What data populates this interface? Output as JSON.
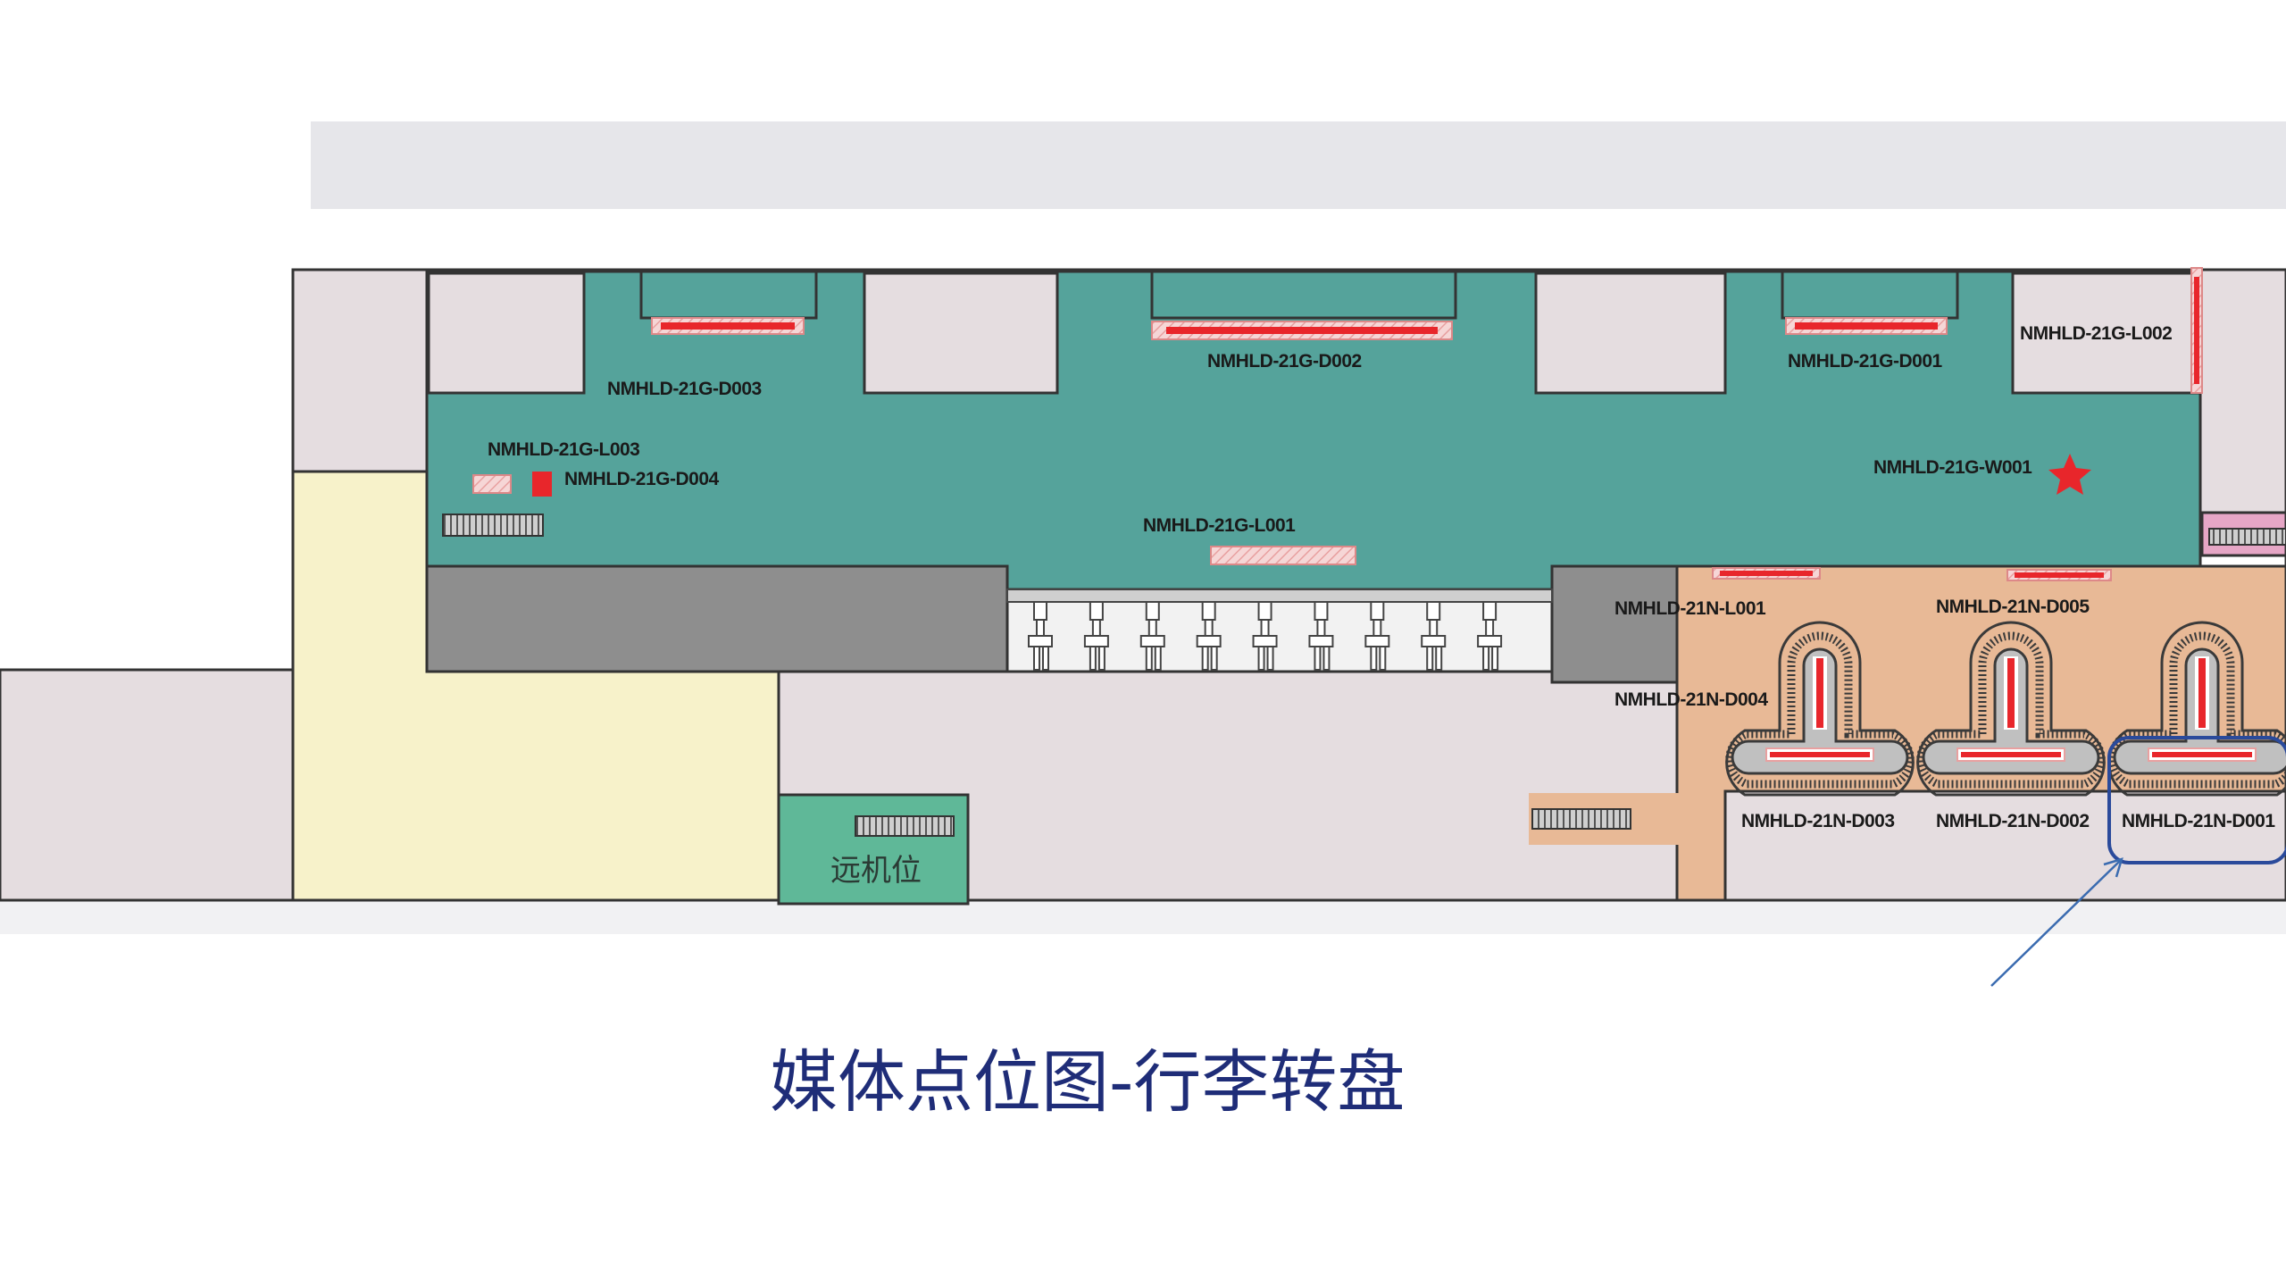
{
  "caption": "媒体点位图-行李转盘",
  "far_stand_label": "远机位",
  "colors": {
    "lounge": "#55a39b",
    "baggage_hall": "#e8b996",
    "room": "#e5dde0",
    "corridor_yellow": "#f7f2ca",
    "dark_block": "#8e8e8e",
    "far_stand": "#5fb898",
    "media": "#e8262b",
    "highlight": "#2a4a9b",
    "caption": "#1f2d78"
  },
  "media_points": {
    "g_d003": "NMHLD-21G-D003",
    "g_d002": "NMHLD-21G-D002",
    "g_d001": "NMHLD-21G-D001",
    "g_l002": "NMHLD-21G-L002",
    "g_l003": "NMHLD-21G-L003",
    "g_d004": "NMHLD-21G-D004",
    "g_w001": "NMHLD-21G-W001",
    "g_l001": "NMHLD-21G-L001",
    "n_l001": "NMHLD-21N-L001",
    "n_d005": "NMHLD-21N-D005",
    "n_d004": "NMHLD-21N-D004",
    "n_d003": "NMHLD-21N-D003",
    "n_d002": "NMHLD-21N-D002",
    "n_d001": "NMHLD-21N-D001"
  },
  "icons": {
    "featured": "star-icon",
    "escalator": "escalator-icon",
    "carousel": "baggage-carousel-icon",
    "pointer": "arrow-pointer-icon"
  }
}
